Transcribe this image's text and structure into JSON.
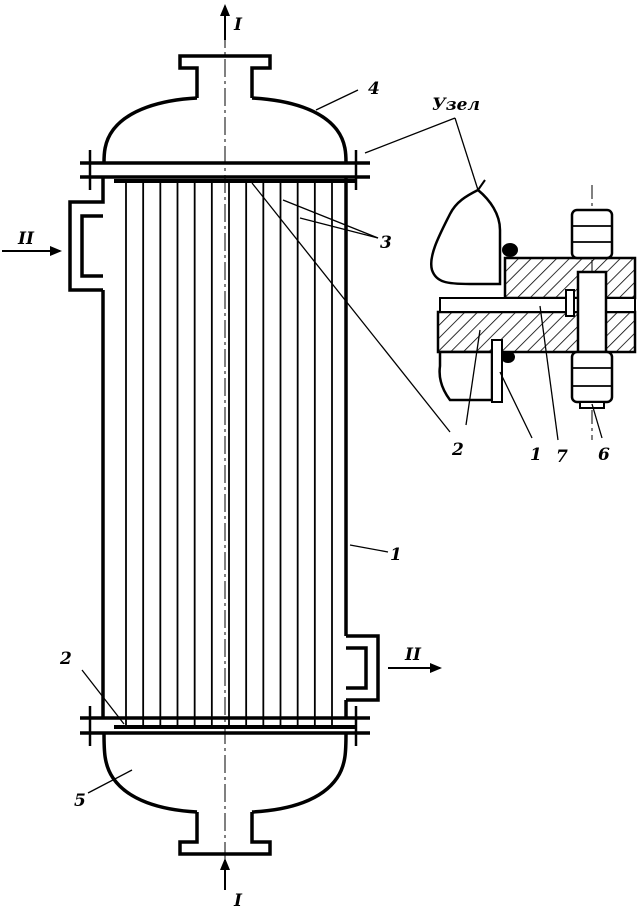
{
  "labels": {
    "flow_in_top": "I",
    "flow_in_bottom": "I",
    "flow_left": "II",
    "flow_right": "II",
    "part_1_shell": "1",
    "part_2_top": "2",
    "part_2_bottom": "2",
    "part_3": "3",
    "part_4": "4",
    "part_5": "5",
    "node": "Узел",
    "detail_1": "1",
    "detail_2": "2",
    "detail_6": "6",
    "detail_7": "7"
  },
  "tube_count": 13,
  "colors": {
    "ink": "#000000",
    "paper": "#ffffff"
  }
}
